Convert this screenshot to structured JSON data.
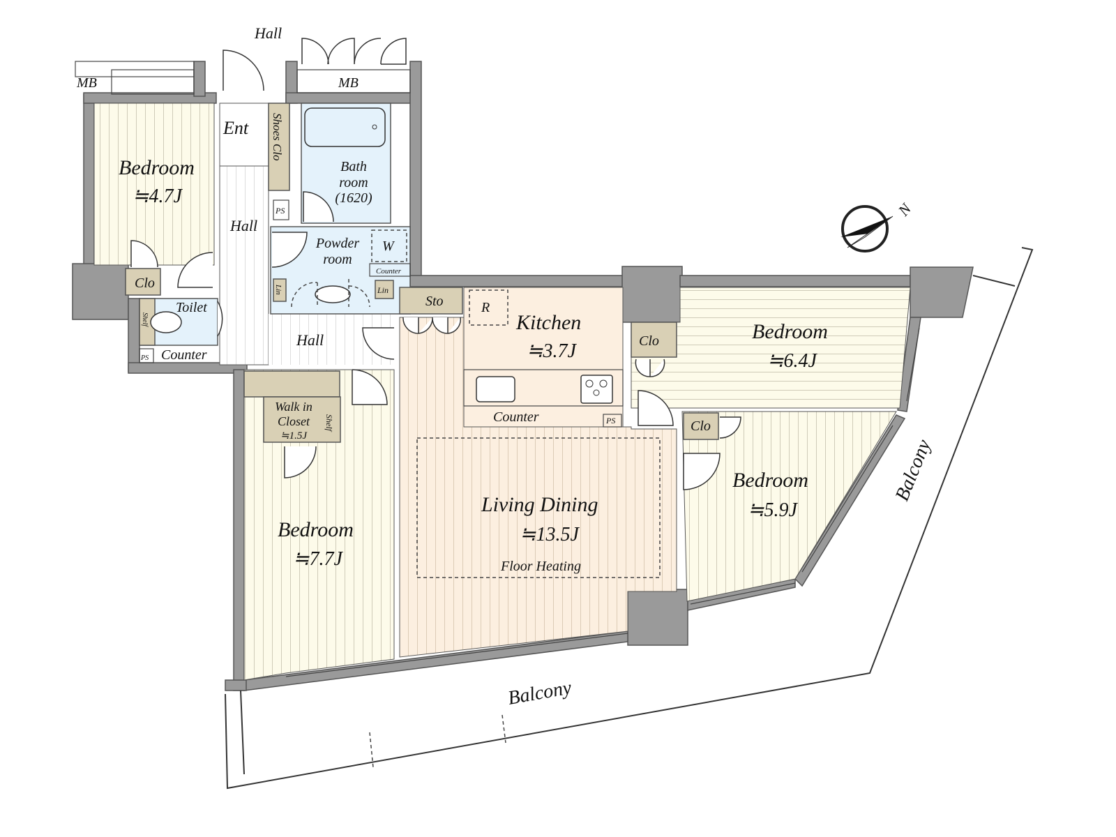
{
  "colors": {
    "wall": "#9a9a9a",
    "bedroom": "#fdfbea",
    "living": "#fcefe0",
    "wet": "#e4f2fb",
    "storage": "#d9d0b5"
  },
  "labels": {
    "hall_top": "Hall",
    "mb_left": "MB",
    "mb_right": "MB",
    "ent": "Ent",
    "shoes_clo": "Shoes Clo",
    "bedroom1_name": "Bedroom",
    "bedroom1_size": "≒4.7J",
    "bath_line1": "Bath",
    "bath_line2": "room",
    "bath_line3": "(1620)",
    "ps1": "PS",
    "hall_mid": "Hall",
    "powder_line1": "Powder",
    "powder_line2": "room",
    "w": "W",
    "counter_powder": "Counter",
    "lin_left": "Lin",
    "lin_right": "Lin",
    "clo1": "Clo",
    "toilet": "Toilet",
    "shelf_toilet": "Shelf",
    "ps2": "PS",
    "counter_toilet": "Counter",
    "hall_low": "Hall",
    "sto": "Sto",
    "r": "R",
    "kitchen_name": "Kitchen",
    "kitchen_size": "≒3.7J",
    "counter_kitchen": "Counter",
    "ps3": "PS",
    "clo2": "Clo",
    "bedroom2_name": "Bedroom",
    "bedroom2_size": "≒6.4J",
    "clo3": "Clo",
    "bedroom3_name": "Bedroom",
    "bedroom3_size": "≒5.9J",
    "wic_line1": "Walk in",
    "wic_line2": "Closet",
    "wic_size": "≒1.5J",
    "shelf_wic": "Shelf",
    "bedroom4_name": "Bedroom",
    "bedroom4_size": "≒7.7J",
    "ld_name": "Living Dining",
    "ld_size": "≒13.5J",
    "floor_heating": "Floor Heating",
    "balcony_bottom": "Balcony",
    "balcony_right": "Balcony",
    "north": "N"
  }
}
